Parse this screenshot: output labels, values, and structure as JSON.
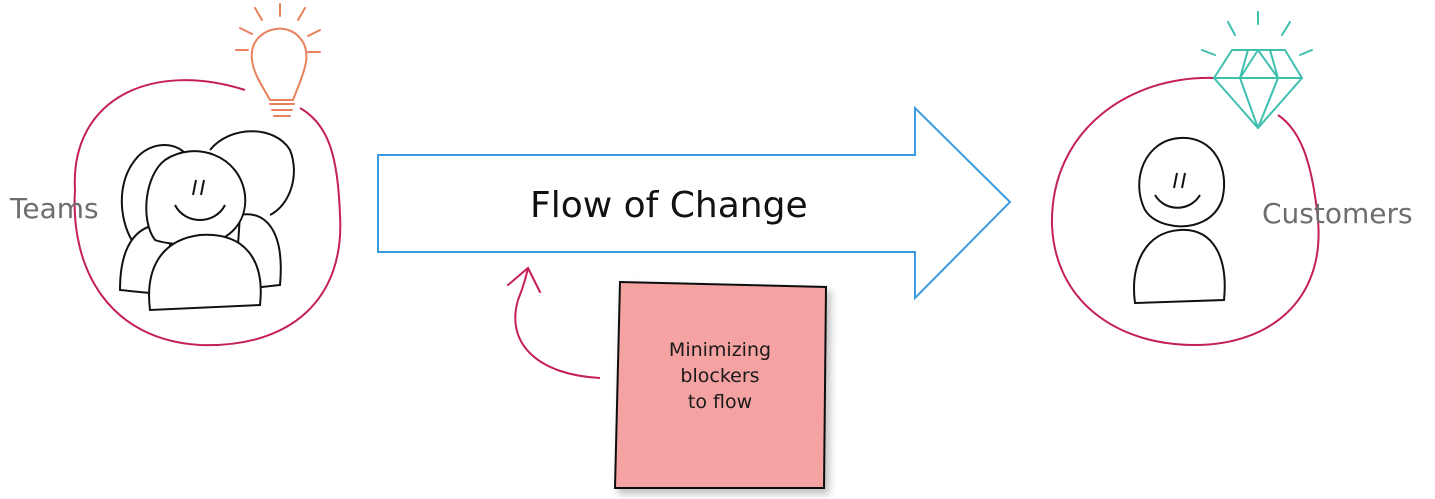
{
  "diagram": {
    "left_group_label": "Teams",
    "right_group_label": "Customers",
    "arrow_label": "Flow of Change",
    "note_lines": [
      "Minimizing",
      "blockers",
      "to flow"
    ]
  },
  "colors": {
    "circle": "#c41f5c",
    "arrow_outline": "#3a9be0",
    "bulb": "#e8825c",
    "diamond": "#3fbfae",
    "note_fill": "#f4a2a2",
    "figure_stroke": "#111111"
  },
  "icons": [
    "lightbulb-icon",
    "diamond-icon",
    "person-icon"
  ]
}
